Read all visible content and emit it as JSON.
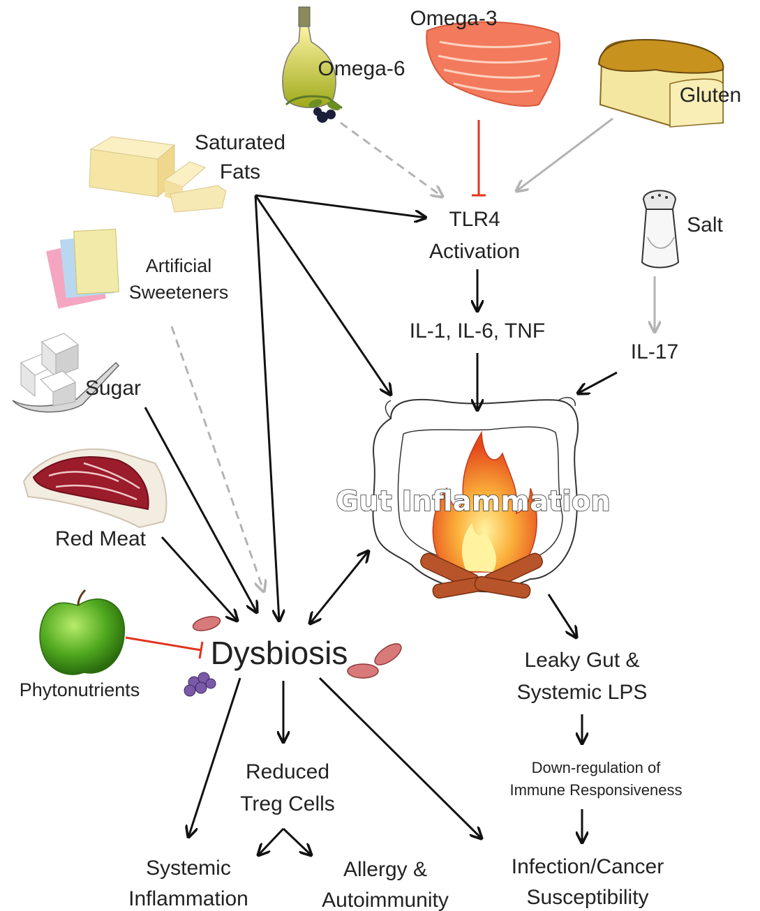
{
  "foods": {
    "omega3": "Omega-3",
    "omega6": "Omega-6",
    "gluten": "Gluten",
    "saturated_fats": [
      "Saturated",
      "Fats"
    ],
    "salt": "Salt",
    "artificial_sweeteners": [
      "Artificial",
      "Sweeteners"
    ],
    "sugar": "Sugar",
    "red_meat": "Red Meat",
    "phytonutrients": "Phytonutrients"
  },
  "nodes": {
    "tlr4": [
      "TLR4",
      "Activation"
    ],
    "cytokines": "IL-1, IL-6, TNF",
    "il17": "IL-17",
    "gut_inflammation": "Gut Inflammation",
    "dysbiosis": "Dysbiosis",
    "leaky_gut": [
      "Leaky Gut &",
      "Systemic LPS"
    ],
    "down_regulation": [
      "Down-regulation of",
      "Immune Responsiveness"
    ],
    "reduced_treg": [
      "Reduced",
      "Treg Cells"
    ],
    "systemic_inflammation": [
      "Systemic",
      "Inflammation"
    ],
    "allergy": [
      "Allergy &",
      "Autoimmunity"
    ],
    "infection": [
      "Infection/Cancer",
      "Susceptibility"
    ]
  },
  "colors": {
    "arrow_black": "#111111",
    "arrow_gray": "#b3b3b3",
    "inhibit_red": "#e0341e",
    "salmon": "#f37a5c",
    "butter": "#f6e6a6",
    "apple": "#4fa81f",
    "meat": "#9b1c2a",
    "flame": "#f7931e",
    "log": "#b8542a",
    "bacteria": "#d97a7a",
    "cocci": "#7a5aa8"
  },
  "icons": [
    "olive-oil-icon",
    "salmon-icon",
    "bread-icon",
    "butter-icon",
    "salt-shaker-icon",
    "sweetener-packets-icon",
    "sugar-spoon-icon",
    "red-meat-icon",
    "apple-icon",
    "intestine-icon",
    "fire-icon",
    "rod-bacteria-icon",
    "cocci-bacteria-icon"
  ]
}
